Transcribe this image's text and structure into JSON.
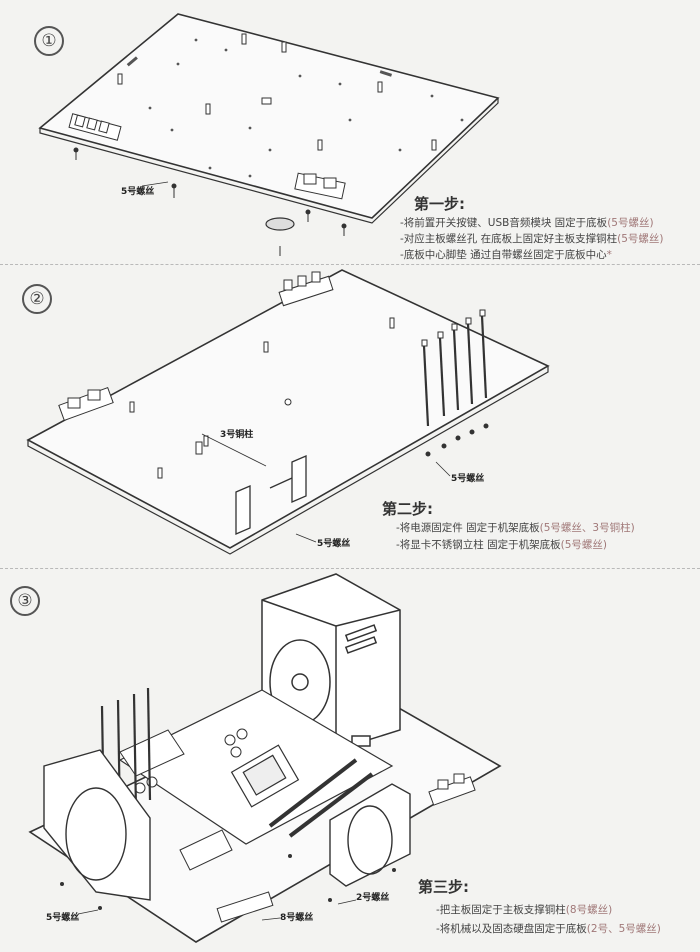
{
  "steps": [
    {
      "marker": "①",
      "title": "第一步:",
      "lines": [
        {
          "text": "-将前置开关按键、USB音频模块 固定于底板",
          "note": "(5号螺丝)"
        },
        {
          "text": "-对应主板螺丝孔 在底板上固定好主板支撑铜柱",
          "note": "(5号螺丝)"
        },
        {
          "text": "-底板中心脚垫 通过自带螺丝固定于底板中心",
          "note": "*"
        }
      ],
      "callouts": [
        "5号螺丝"
      ]
    },
    {
      "marker": "②",
      "title": "第二步:",
      "lines": [
        {
          "text": "-将电源固定件 固定于机架底板",
          "note": "(5号螺丝、3号铜柱)"
        },
        {
          "text": "-将显卡不锈钢立柱 固定于机架底板",
          "note": "(5号螺丝)"
        }
      ],
      "callouts": [
        "3号铜柱",
        "5号螺丝",
        "5号螺丝"
      ]
    },
    {
      "marker": "③",
      "title": "第三步:",
      "lines": [
        {
          "text": "-把主板固定于主板支撑铜柱",
          "note": "(8号螺丝)"
        },
        {
          "text": "-将机械以及固态硬盘固定于底板",
          "note": "(2号、5号螺丝)"
        }
      ],
      "callouts": [
        "5号螺丝",
        "2号螺丝",
        "8号螺丝"
      ]
    }
  ]
}
